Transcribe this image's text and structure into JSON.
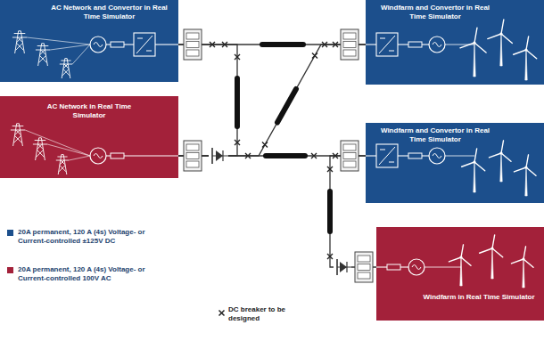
{
  "diagram": {
    "nodes": [
      {
        "text": [
          "AC Network and Convertor in Real Time Simulator"
        ]
      },
      {
        "text": [
          "Windfarm and Convertor in Real Time Simulator"
        ]
      },
      {
        "text": [
          "AC Network in Real Time Simulator"
        ]
      },
      {
        "text": [
          "Windfarm and Convertor in Real Time Simulator"
        ]
      },
      {
        "text": [
          "Windfarm in Real Time Simulator"
        ]
      }
    ],
    "edges": [
      {
        "from": 0,
        "to": 1,
        "arrow": "none"
      },
      {
        "from": 0,
        "to": 2,
        "arrow": "none"
      },
      {
        "from": 2,
        "to": 1,
        "arrow": "none"
      },
      {
        "from": 2,
        "to": 3,
        "arrow": "none"
      },
      {
        "from": 3,
        "to": 4,
        "arrow": "none"
      }
    ],
    "legend": [
      {
        "text": "20A permanent, 120 A (4s) Voltage- or Current-controlled ±125V DC",
        "color": "#1c4f8c"
      },
      {
        "text": "20A permanent, 120 A (4s) Voltage- or Current-controlled 100V AC",
        "color": "#a3213a"
      },
      {
        "text": "DC breaker to be designed"
      }
    ]
  }
}
